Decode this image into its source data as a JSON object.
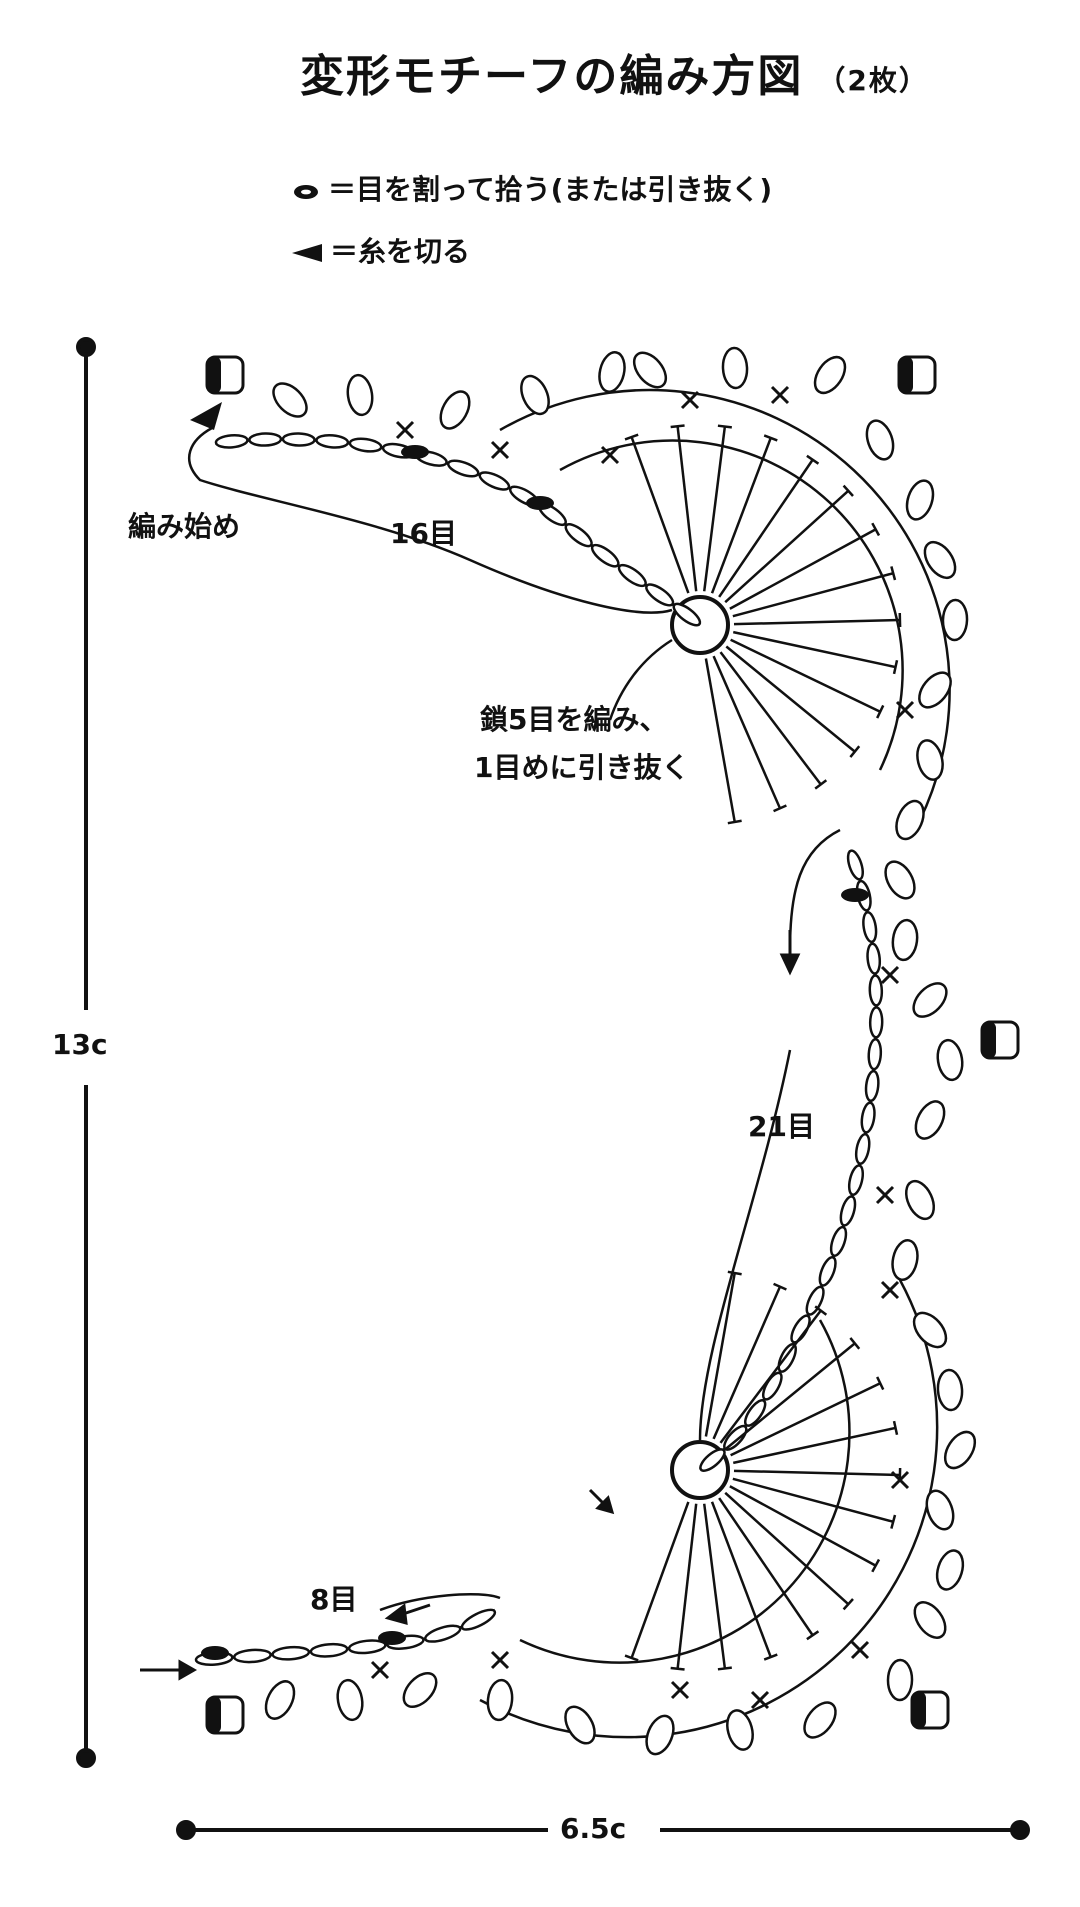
{
  "title": {
    "main": "変形モチーフの編み方図",
    "count": "（2枚）"
  },
  "legend": [
    {
      "icon": "split-stitch-icon",
      "text": "＝目を割って拾う(または引き抜く)"
    },
    {
      "icon": "cut-yarn-icon",
      "text": "＝糸を切る"
    }
  ],
  "labels": {
    "start": "編み始め",
    "count_16": "16目",
    "chain_note_1": "鎖5目を編み、",
    "chain_note_2": "1目めに引き抜く",
    "count_21": "21目",
    "count_8": "8目"
  },
  "dimensions": {
    "height": "13c",
    "width": "6.5c"
  }
}
